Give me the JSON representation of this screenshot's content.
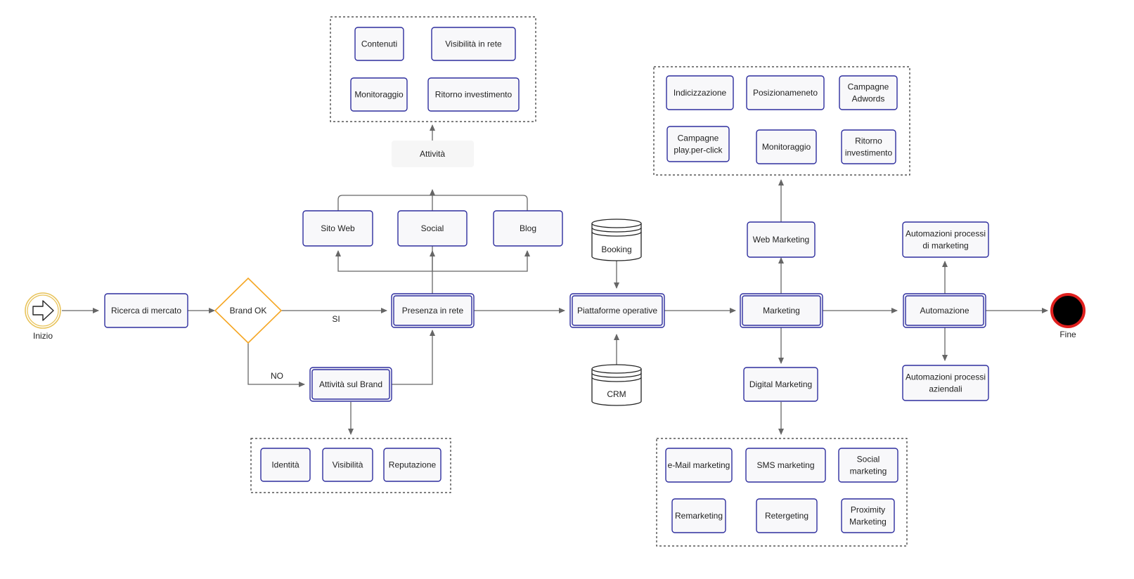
{
  "colors": {
    "node_border": "#2e2e9e",
    "node_fill": "#f8f8fa",
    "decision_border": "#f5a623",
    "start_ring": "#e8c35a",
    "end_ring": "#e0201e",
    "end_fill": "#000000",
    "edge": "#666666"
  },
  "events": {
    "start_label": "Inizio",
    "start_icon": "arrow-right-icon",
    "end_label": "Fine"
  },
  "decision": {
    "label": "Brand OK",
    "yes_label": "SI",
    "no_label": "NO"
  },
  "nodes": {
    "ricerca": "Ricerca di mercato",
    "presenza": "Presenza  in rete",
    "attivita_brand": "Attività sul Brand",
    "sito_web": "Sito Web",
    "social": "Social",
    "blog": "Blog",
    "attivita": "Attività",
    "piattaforme": "Piattaforme operative",
    "booking": "Booking",
    "crm": "CRM",
    "marketing": "Marketing",
    "web_marketing": "Web Marketing",
    "digital_marketing": "Digital Marketing",
    "automazione": "Automazione",
    "auto_marketing": [
      "Automazioni processi",
      "di marketing"
    ],
    "auto_aziendali": [
      "Automazioni processi",
      "aziendali"
    ]
  },
  "groups": {
    "attivita_items": [
      "Contenuti",
      "Visibilità in rete",
      "Monitoraggio",
      "Ritorno investimento"
    ],
    "brand_items": [
      "Identità",
      "Visibilità",
      "Reputazione"
    ],
    "web_items": [
      [
        "Indicizzazione"
      ],
      [
        "Posizionameneto"
      ],
      [
        "Campagne",
        "Adwords"
      ],
      [
        "Campagne",
        "play.per-click"
      ],
      [
        "Monitoraggio"
      ],
      [
        "Ritorno",
        "investimento"
      ]
    ],
    "digital_items": [
      [
        "e-Mail marketing"
      ],
      [
        "SMS marketing"
      ],
      [
        "Social",
        "marketing"
      ],
      [
        "Remarketing"
      ],
      [
        "Retergeting"
      ],
      [
        "Proximity",
        "Marketing"
      ]
    ]
  }
}
